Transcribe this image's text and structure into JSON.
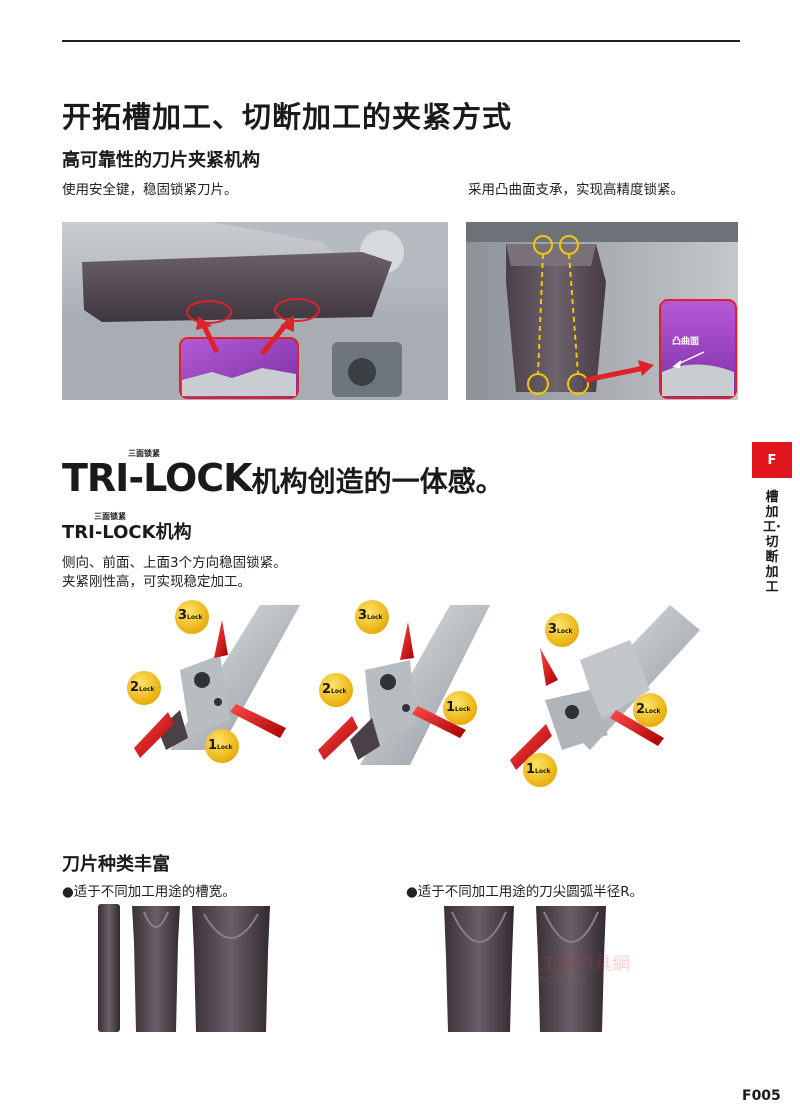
{
  "heading": "开拓槽加工、切断加工的夹紧方式",
  "subheading": "高可靠性的刀片夹紧机构",
  "caption_left": "使用安全键，稳固锁紧刀片。",
  "caption_right": "采用凸曲面支承，实现高精度锁紧。",
  "convex_label": "凸曲面",
  "side_tab": {
    "letter": "F",
    "label": "槽加工·切断加工"
  },
  "tri": {
    "ruby": "三面锁紧",
    "title_latin": "TRI-LOCK",
    "title_rest": "机构创造的一体感。",
    "sub_ruby": "三面锁紧",
    "sub_title": "TRI-LOCK机构",
    "desc_line1": "侧向、前面、上面3个方向稳固锁紧。",
    "desc_line2": "夹紧刚性高，可实现稳定加工。"
  },
  "lock_labels": {
    "l1_num": "1",
    "l2_num": "2",
    "l3_num": "3",
    "suffix": "Lock"
  },
  "blades": {
    "heading": "刀片种类丰富",
    "bullet_left": "●适于不同加工用途的槽宽。",
    "bullet_right": "●适于不同加工用途的刀尖圆弧半径R。"
  },
  "watermark": {
    "text": "工量刃具網",
    "small": "GLJJW.COM"
  },
  "page_number": "F005",
  "colors": {
    "accent_red": "#e1161d",
    "lock_yellow": "#f7c600",
    "purple": "#8a3fb0"
  }
}
